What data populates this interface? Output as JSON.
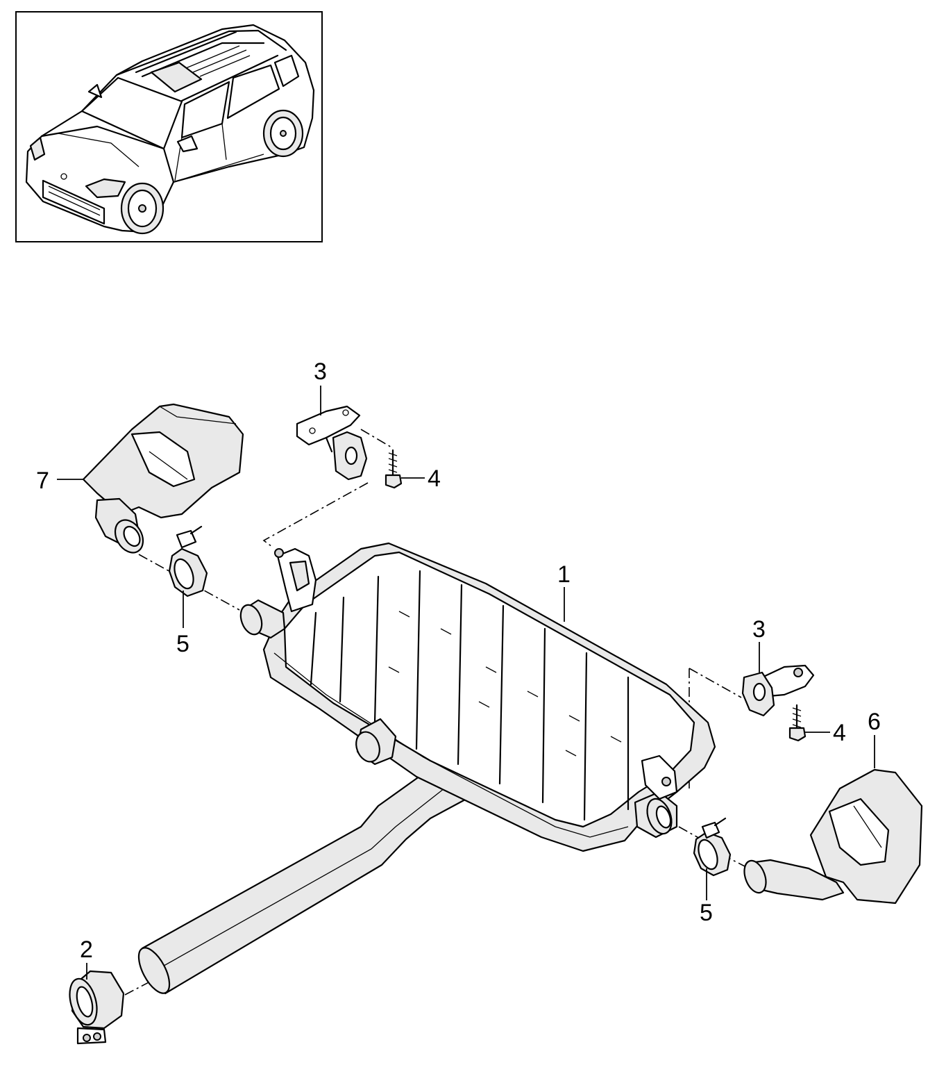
{
  "callouts": [
    {
      "id": "callout-1",
      "label": "1"
    },
    {
      "id": "callout-2",
      "label": "2"
    },
    {
      "id": "callout-3-left",
      "label": "3"
    },
    {
      "id": "callout-3-right",
      "label": "3"
    },
    {
      "id": "callout-4-left",
      "label": "4"
    },
    {
      "id": "callout-4-right",
      "label": "4"
    },
    {
      "id": "callout-5-left",
      "label": "5"
    },
    {
      "id": "callout-5-right",
      "label": "5"
    },
    {
      "id": "callout-6",
      "label": "6"
    },
    {
      "id": "callout-7",
      "label": "7"
    }
  ],
  "parts": {
    "p1": "rear-muffler",
    "p2": "pipe-clamp",
    "p3": "muffler-hanger-bracket",
    "p4": "bracket-screw",
    "p5": "tailpipe-clamp",
    "p6": "right-tailpipe-tip",
    "p7": "left-tailpipe-tip"
  },
  "colors": {
    "line": "#000000",
    "background": "#ffffff",
    "part_shade": "#e9e9e9"
  }
}
